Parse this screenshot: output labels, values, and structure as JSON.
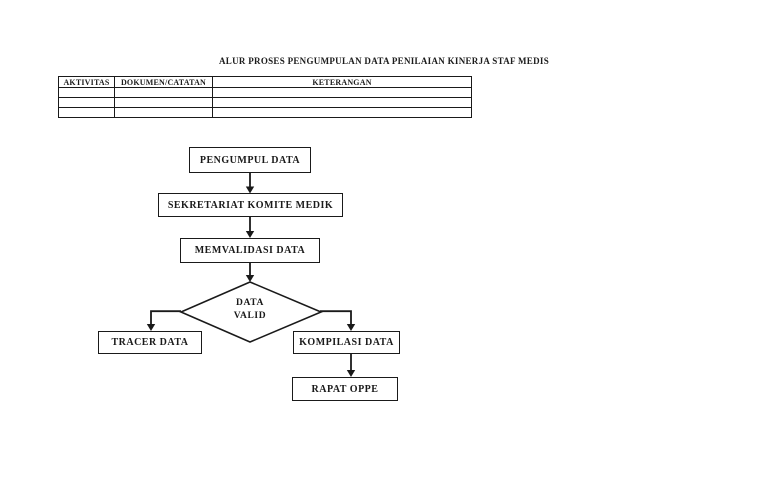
{
  "title": "ALUR PROSES PENGUMPULAN DATA PENILAIAN KINERJA STAF MEDIS",
  "table": {
    "headers": [
      "AKTIVITAS",
      "DOKUMEN/CATATAN",
      "KETERANGAN"
    ],
    "rows": [
      [
        "",
        "",
        ""
      ],
      [
        "",
        "",
        ""
      ],
      [
        "",
        "",
        ""
      ]
    ]
  },
  "flowchart": {
    "nodes": {
      "pengumpul": {
        "label": "PENGUMPUL DATA"
      },
      "sekretariat": {
        "label": "SEKRETARIAT KOMITE MEDIK"
      },
      "memvalidasi": {
        "label": "MEMVALIDASI DATA"
      },
      "decision": {
        "line1": "DATA",
        "line2": "VALID"
      },
      "tracer": {
        "label": "TRACER DATA"
      },
      "kompilasi": {
        "label": "KOMPILASI DATA"
      },
      "rapat": {
        "label": "RAPAT OPPE"
      }
    }
  },
  "colors": {
    "ink": "#1a1a1a",
    "background": "#ffffff"
  }
}
